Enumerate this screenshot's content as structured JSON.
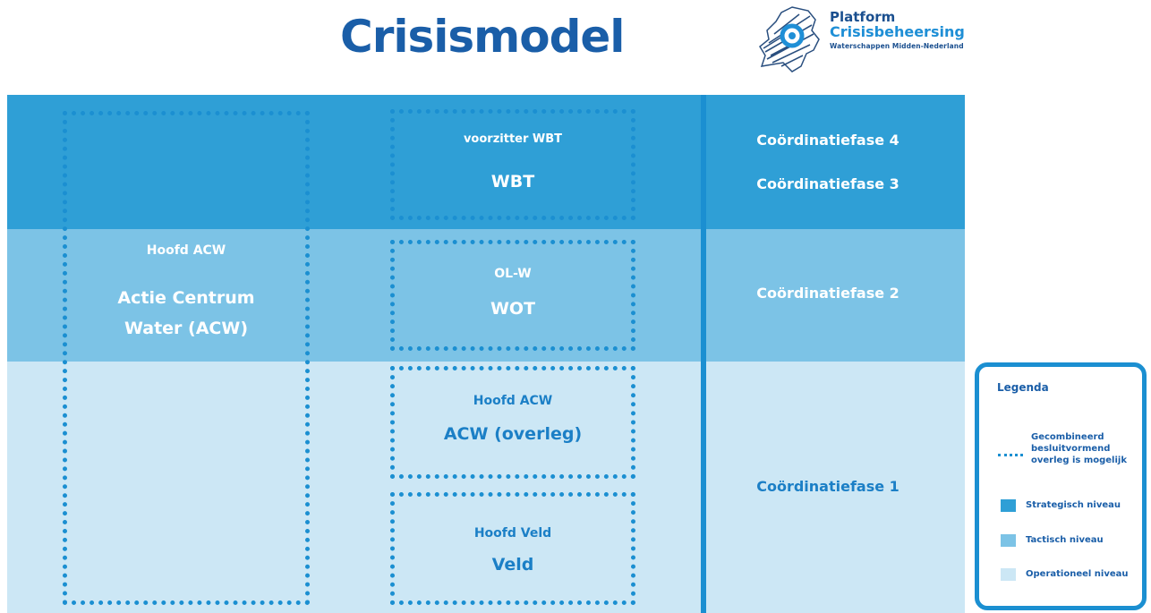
{
  "title": "Crisismodel",
  "logo": {
    "line1": "Platform",
    "line2": "Crisisbeheersing",
    "line3": "Waterschappen Midden-Nederland"
  },
  "acw": {
    "role": "Hoofd ACW",
    "name_line1": "Actie Centrum",
    "name_line2": "Water (ACW)"
  },
  "wbt": {
    "role": "voorzitter WBT",
    "name": "WBT"
  },
  "wot": {
    "role": "OL-W",
    "name": "WOT"
  },
  "acw_overleg": {
    "role": "Hoofd ACW",
    "name": "ACW (overleg)"
  },
  "veld": {
    "role": "Hoofd Veld",
    "name": "Veld"
  },
  "phases": {
    "f4": "Coördinatiefase 4",
    "f3": "Coördinatiefase 3",
    "f2": "Coördinatiefase 2",
    "f1": "Coördinatiefase 1"
  },
  "legend": {
    "title": "Legenda",
    "dotted_line1": "Gecombineerd",
    "dotted_line2": "besluitvormend",
    "dotted_line3": "overleg is mogelijk",
    "strategic": "Strategisch niveau",
    "tactical": "Tactisch niveau",
    "operational": "Operationeel niveau"
  },
  "colors": {
    "strategic": "#2f9fd6",
    "tactical": "#7cc3e6",
    "operational": "#cce7f5",
    "accent": "#1b8fd1",
    "title": "#1a5ea8"
  }
}
